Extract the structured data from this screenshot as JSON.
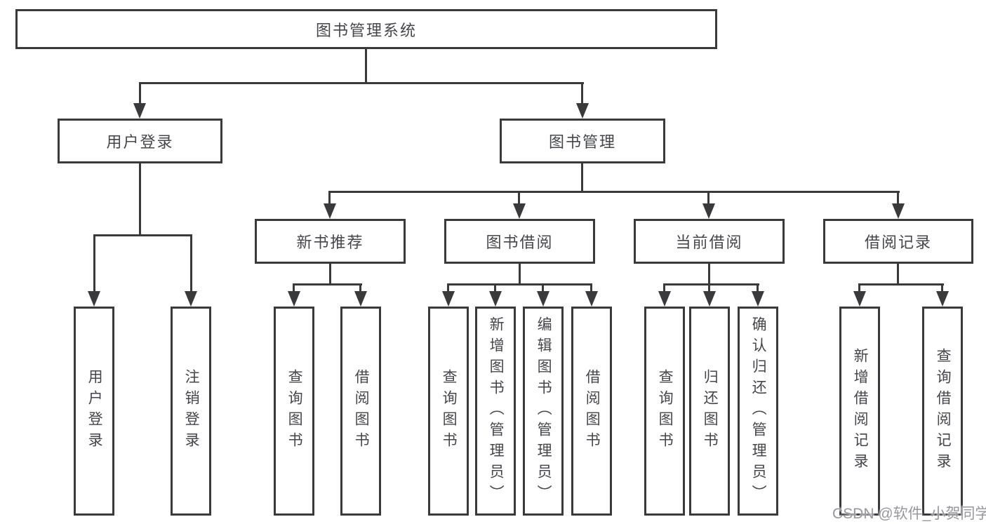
{
  "root": {
    "label": "图书管理系统"
  },
  "level2": {
    "user_login": {
      "label": "用户登录",
      "children": [
        "用户登录",
        "注销登录"
      ]
    },
    "book_mgmt": {
      "label": "图书管理"
    }
  },
  "level3": {
    "new_books": {
      "label": "新书推荐",
      "children": [
        "查询图书",
        "借阅图书"
      ]
    },
    "book_borrow": {
      "label": "图书借阅",
      "children": [
        "查询图书",
        "新增图书（管理员）",
        "编辑图书（管理员）",
        "借阅图书"
      ]
    },
    "current_borrow": {
      "label": "当前借阅",
      "children": [
        "查询图书",
        "归还图书",
        "确认归还（管理员）"
      ]
    },
    "borrow_records": {
      "label": "借阅记录",
      "children": [
        "新增借阅记录",
        "查询借阅记录"
      ]
    }
  },
  "watermark": "CSDN @软件_小贺同学",
  "colors": {
    "line": "#3a3a3c",
    "text": "#45464b",
    "background": "#ffffff",
    "watermark": "#97979f"
  }
}
